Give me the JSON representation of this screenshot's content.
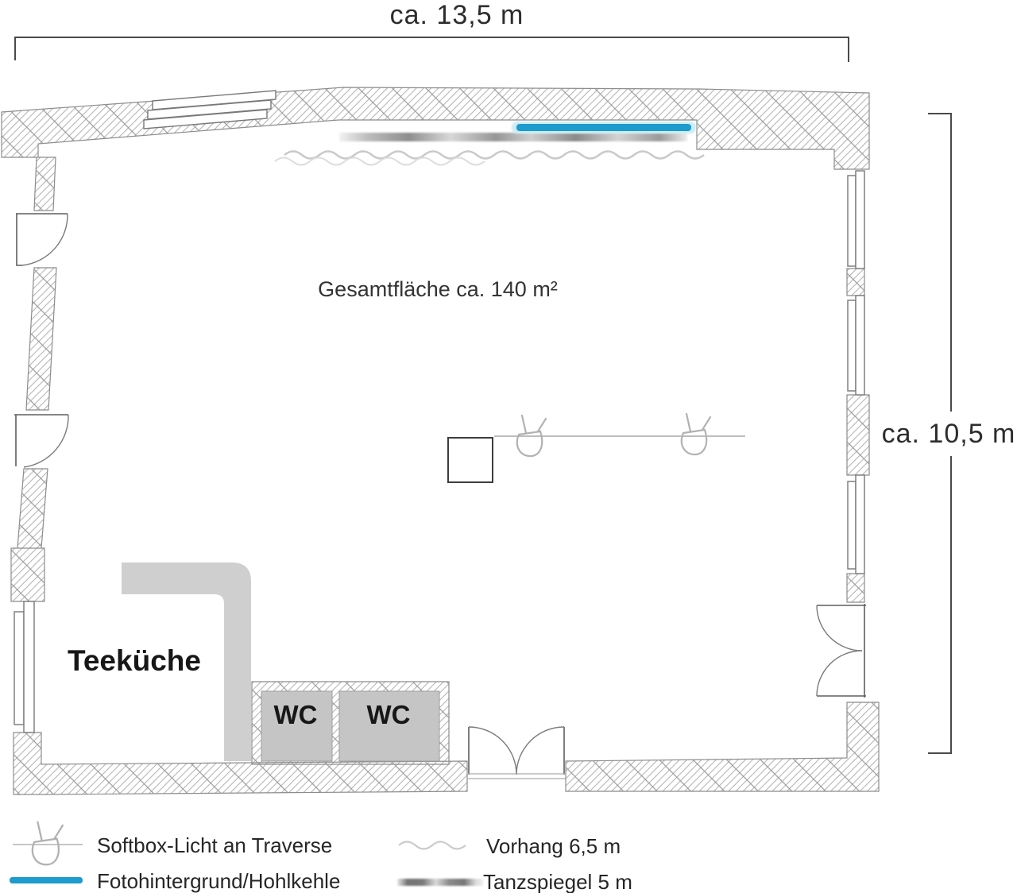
{
  "dimensions": {
    "top_label": "ca. 13,5 m",
    "right_label": "ca. 10,5 m"
  },
  "plan": {
    "area_label": "Gesamtfläche ca. 140 m²",
    "kitchen_label": "Teeküche",
    "wc_left_label": "WC",
    "wc_right_label": "WC"
  },
  "legend": {
    "items": [
      {
        "icon": "softbox-light-icon",
        "label": "Softbox-Licht an Traverse"
      },
      {
        "icon": "photo-background-swatch",
        "label": "Fotohintergrund/Hohlkehle"
      },
      {
        "icon": "curtain-wave-swatch",
        "label": "Vorhang 6,5 m"
      },
      {
        "icon": "dance-mirror-swatch",
        "label": "Tanzspiegel 5 m"
      }
    ]
  },
  "colors": {
    "accent_blue": "#1d9ccd",
    "accent_blue_glow": "#cdecf6",
    "wall_hatch": "#b3b3b3",
    "wc_fill": "#c5c5c5",
    "counter_fill": "#cfcfcf",
    "text_dark": "#1f1f1f"
  }
}
